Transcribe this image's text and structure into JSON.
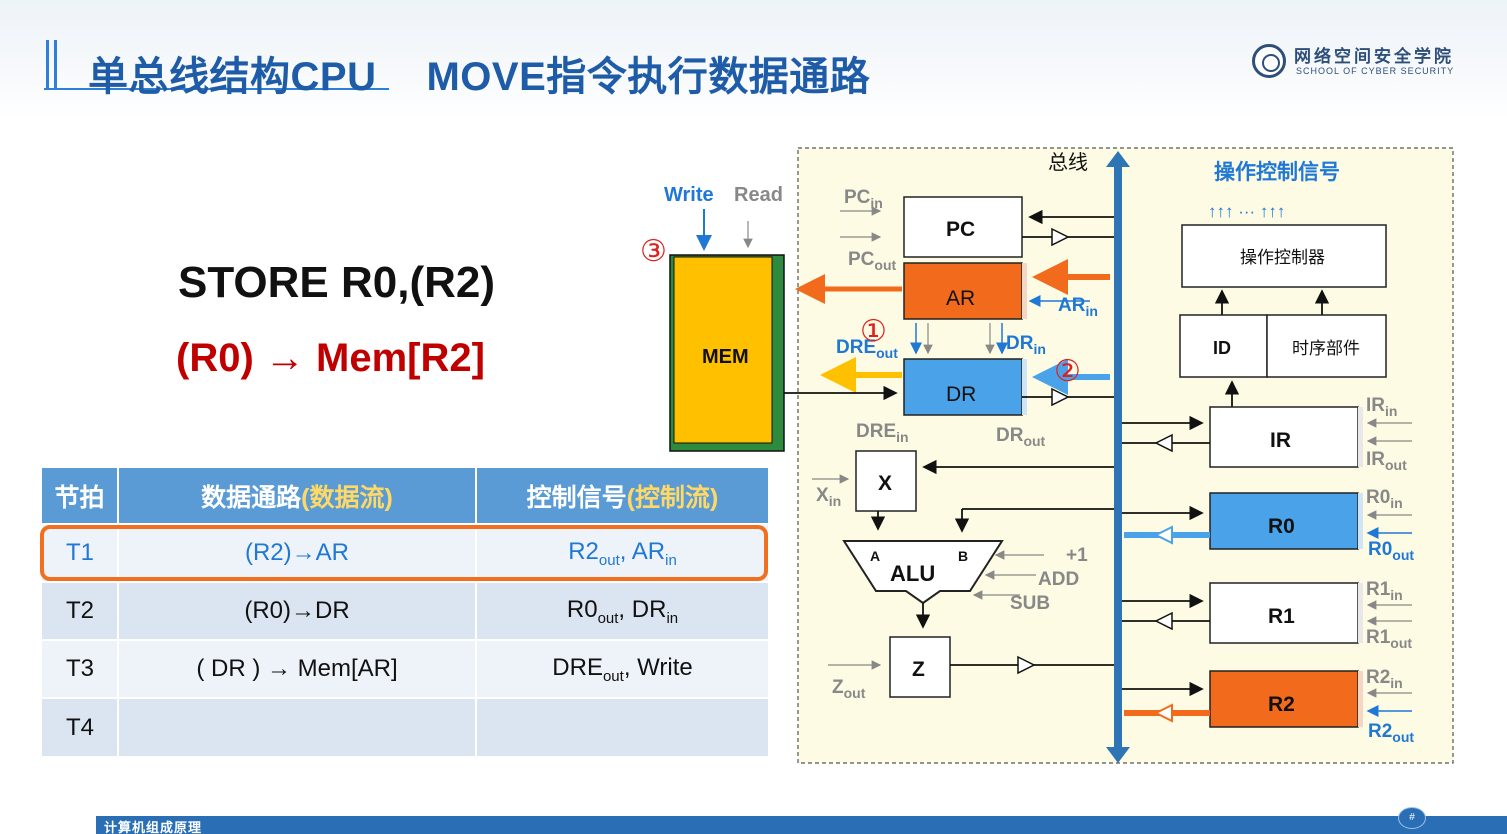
{
  "header": {
    "title_part1": "单总线结构CPU",
    "title_part2": "MOVE指令执行数据通路",
    "logo_cn": "网络空间安全学院",
    "logo_en": "SCHOOL OF CYBER SECURITY"
  },
  "instruction": "STORE R0,(R2)",
  "formula": "(R0) → Mem[R2]",
  "table": {
    "headers": {
      "col1": "节拍",
      "col2_main": "数据通路",
      "col2_sub": "(数据流)",
      "col3_main": "控制信号",
      "col3_sub": "(控制流)"
    },
    "rows": [
      {
        "beat": "T1",
        "path": "(R2)→AR",
        "sig_a": "R2",
        "sub_a": "out",
        "sep": ", ",
        "sig_b": "AR",
        "sub_b": "in"
      },
      {
        "beat": "T2",
        "path": "(R0)→DR",
        "sig_a": "R0",
        "sub_a": "out",
        "sep": ", ",
        "sig_b": "DR",
        "sub_b": "in"
      },
      {
        "beat": "T3",
        "path": "( DR ) → Mem[AR]",
        "sig_a": "DRE",
        "sub_a": "out",
        "sep": ", ",
        "sig_b": "Write",
        "sub_b": ""
      },
      {
        "beat": "T4",
        "path": "",
        "sig_a": "",
        "sub_a": "",
        "sep": "",
        "sig_b": "",
        "sub_b": ""
      }
    ]
  },
  "diagram": {
    "bus_label": "总线",
    "ctrl_title": "操作控制信号",
    "ctrl_dots": "↑↑↑ ··· ↑↑↑",
    "ctrl_unit": "操作控制器",
    "id_label": "ID",
    "timing_label": "时序部件",
    "mem_label": "MEM",
    "write_label": "Write",
    "read_label": "Read",
    "pc_label": "PC",
    "ar_label": "AR",
    "dr_label": "DR",
    "x_label": "X",
    "alu_label": "ALU",
    "alu_a": "A",
    "alu_b": "B",
    "z_label": "Z",
    "ir_label": "IR",
    "r0_label": "R0",
    "r1_label": "R1",
    "r2_label": "R2",
    "op_plus1": "+1",
    "op_add": "ADD",
    "op_sub": "SUB",
    "step1": "①",
    "step2": "②",
    "step3": "③",
    "sig": {
      "pc_in": "PC",
      "pc_out": "PC",
      "ar_in": "AR",
      "dre_out": "DRE",
      "dr_in": "DR",
      "dre_in": "DRE",
      "dr_out": "DR",
      "x_in": "X",
      "z_out": "Z",
      "ir_in": "IR",
      "ir_out": "IR",
      "r0_in": "R0",
      "r0_out": "R0",
      "r1_in": "R1",
      "r1_out": "R1",
      "r2_in": "R2",
      "r2_out": "R2",
      "in": "in",
      "out": "out"
    }
  },
  "footer": {
    "course": "计算机组成原理",
    "page": "#"
  },
  "colors": {
    "title_blue": "#1f5ca8",
    "formula_red": "#c00000",
    "table_header": "#5b9bd5",
    "highlight_orange": "#f07020",
    "diagram_bg": "#fdfbe3",
    "bus_blue": "#2e75b6",
    "ar_r2_orange": "#f26b1d",
    "r0_dr_blue": "#4aa3e8",
    "mem_yellow": "#ffc000",
    "mem_green": "#2e8b3d"
  }
}
